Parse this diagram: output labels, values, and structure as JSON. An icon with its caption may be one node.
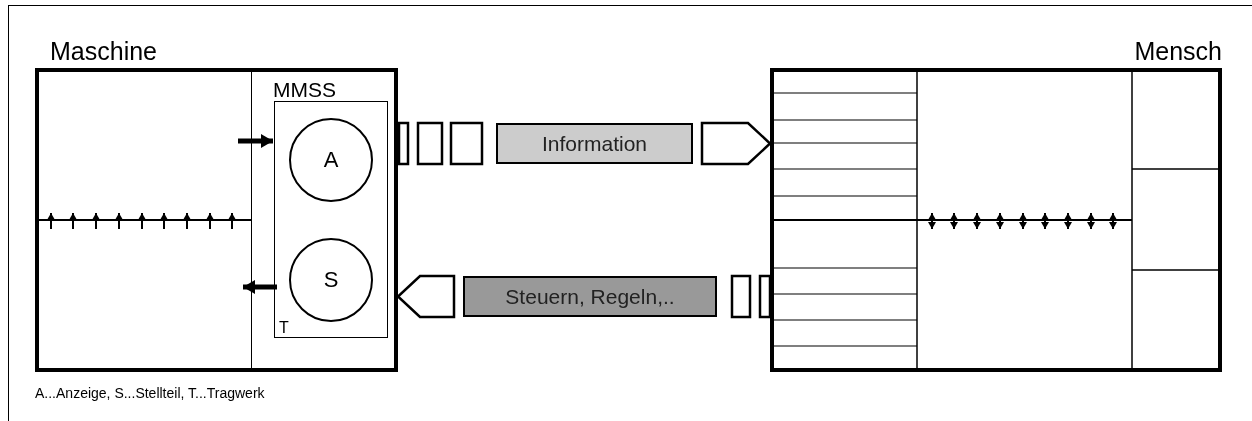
{
  "diagram": {
    "nodes": [
      {
        "text": [
          "Maschine"
        ]
      },
      {
        "text": [
          "MMSS"
        ],
        "in": 0
      },
      {
        "text": [
          "T"
        ],
        "in": 1
      },
      {
        "text": [
          "A"
        ],
        "in": 2
      },
      {
        "text": [
          "S"
        ],
        "in": 2
      },
      {
        "text": [
          "Mensch"
        ]
      },
      {
        "text": [
          "Information"
        ]
      },
      {
        "text": [
          "Steuern, Regeln,.."
        ]
      }
    ],
    "edges": [
      {
        "from": null,
        "to": 2,
        "arrow": "to"
      },
      {
        "from": 2,
        "to": null,
        "arrow": "to"
      },
      {
        "from": 6,
        "to": 5,
        "arrow": "to"
      },
      {
        "from": 7,
        "to": 1,
        "arrow": "to"
      }
    ],
    "labels": [
      "A...Anzeige, S...Stellteil, T...Tragwerk"
    ]
  }
}
